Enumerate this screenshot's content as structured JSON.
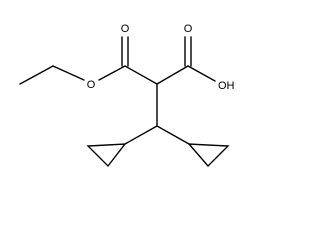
{
  "molecule": {
    "atom_labels": {
      "ester_carbonyl_o": "O",
      "ester_ether_o": "O",
      "acid_carbonyl_o": "O",
      "acid_hydroxyl": "OH"
    }
  },
  "colors": {
    "background": "#ffffff",
    "bond": "#000000",
    "text": "#000000"
  }
}
